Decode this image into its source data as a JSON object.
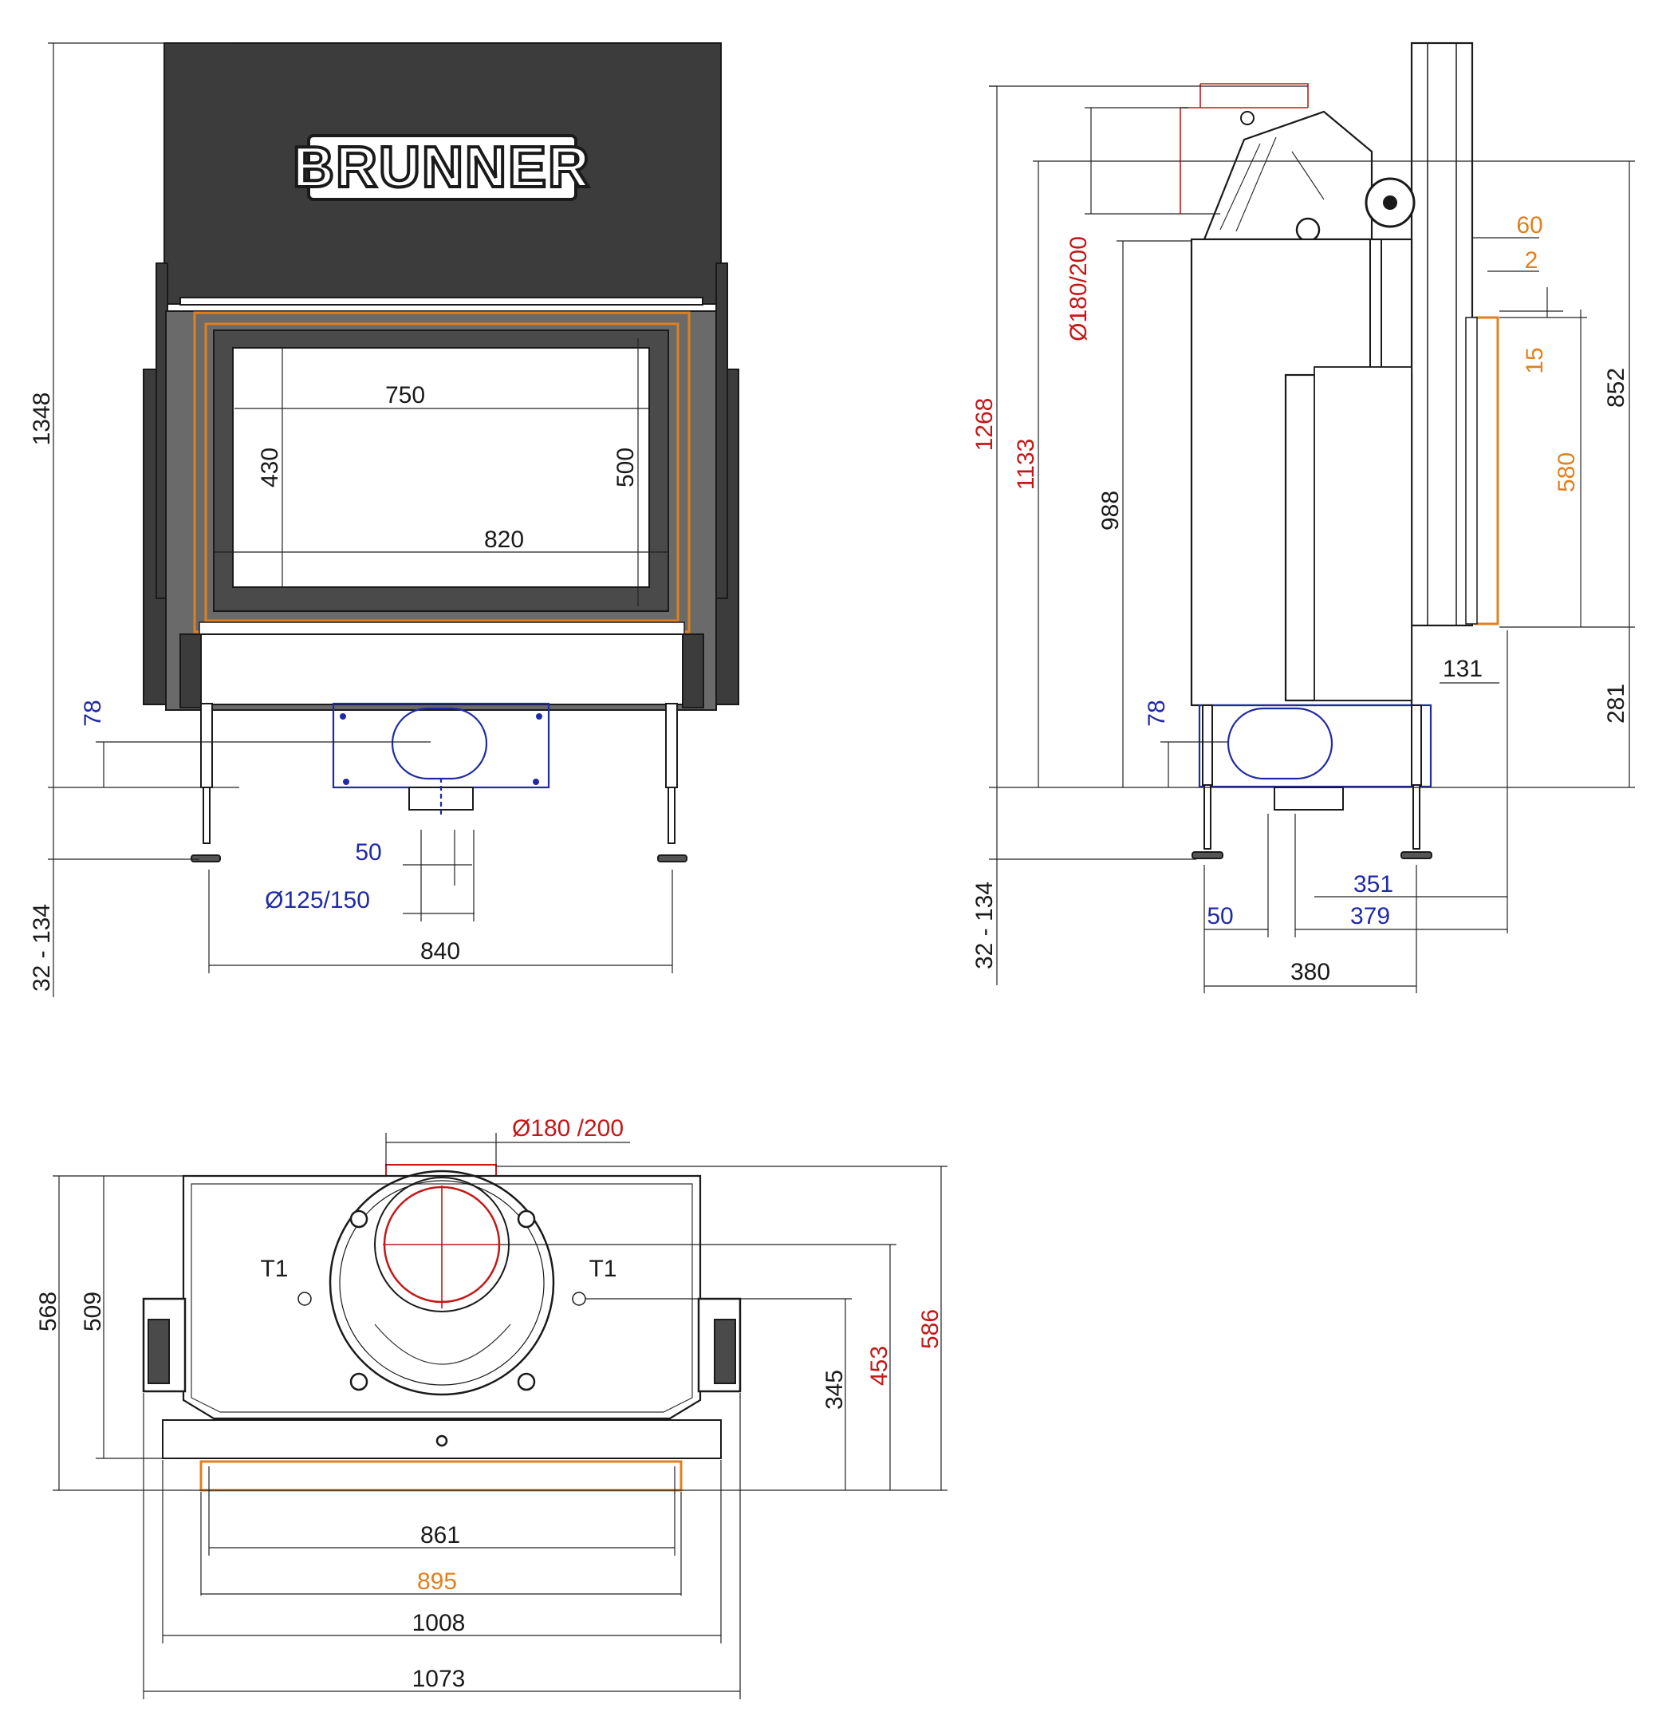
{
  "brand": "BRUNNER",
  "colors": {
    "general_dim": "#1a1a1a",
    "connection_dim": "#1f2aa6",
    "flue_dim": "#c41818",
    "frame_dim": "#e0801e"
  },
  "front_view": {
    "overall_height": "1348",
    "leg_adjust": "32 - 134",
    "opening_width": "750",
    "glass_width": "820",
    "opening_height": "430",
    "glass_height": "500",
    "inlet_height": "78",
    "inlet_offset": "50",
    "inlet_diameter": "Ø125/150",
    "leg_spacing": "840"
  },
  "side_view": {
    "flue_diameter": "Ø180/200",
    "height_top": "1268",
    "height_outlet": "1133",
    "height_body": "988",
    "leg_adjust": "32 - 134",
    "inlet_height": "78",
    "frame_offset": "60",
    "frame_gap": "2",
    "frame_top": "15",
    "frame_height": "580",
    "door_height": "852",
    "base_height": "281",
    "frame_depth": "131",
    "depth_inlet": "351",
    "depth_outlet": "379",
    "inlet_offset": "50",
    "leg_depth": "380"
  },
  "top_view": {
    "flue_diameter": "Ø180 /200",
    "label_t1_left": "T1",
    "label_t1_right": "T1",
    "depth_568": "568",
    "depth_509": "509",
    "depth_345": "345",
    "depth_453": "453",
    "depth_586": "586",
    "width_861": "861",
    "width_895": "895",
    "width_1008": "1008",
    "width_1073": "1073"
  }
}
